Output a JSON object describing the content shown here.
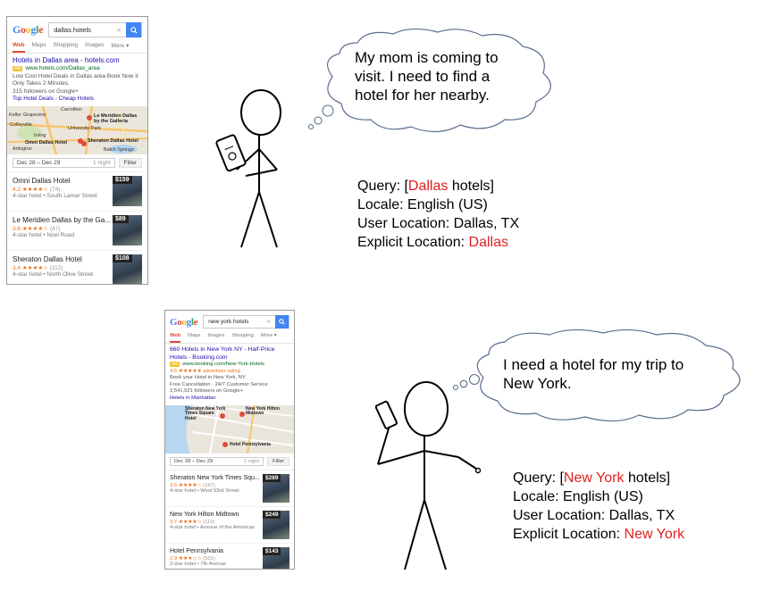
{
  "scenario1": {
    "search": {
      "query": "dallas hotels",
      "tabs": [
        "Web",
        "Maps",
        "Shopping",
        "Images",
        "More ▾"
      ]
    },
    "ad": {
      "title": "Hotels in Dallas area - hotels.com",
      "url": "www.hotels.com/Dallas_area",
      "desc1": "Low Cost Hotel Deals in Dallas area Book Now it",
      "desc2": "Only Takes 2 Minutes.",
      "followers": "315 followers on Google+",
      "links": "Top Hotel Deals - Cheap Hotels"
    },
    "map_labels": [
      "Carrollton",
      "Le Meridien Dallas by the Galleria",
      "Keller",
      "Grapevine",
      "Colleyville",
      "University Park",
      "Irving",
      "Omni Dallas Hotel",
      "Sheraton Dallas Hotel",
      "Arlington",
      "Balch Springs"
    ],
    "dates": {
      "range": "Dec 28 – Dec 29",
      "nights": "1 night",
      "filter": "Filter"
    },
    "hotels": [
      {
        "name": "Omni Dallas Hotel",
        "rating": "4.2",
        "stars": "★★★★☆",
        "reviews": "(74)",
        "sub": "4-star hotel • South Lamar Street",
        "price": "$159"
      },
      {
        "name": "Le Meridien Dallas by the Ga...",
        "rating": "3.6",
        "stars": "★★★★☆",
        "reviews": "(47)",
        "sub": "4-star hotel • Noel Road",
        "price": "$89"
      },
      {
        "name": "Sheraton Dallas Hotel",
        "rating": "3.4",
        "stars": "★★★★☆",
        "reviews": "(112)",
        "sub": "4-star hotel • North Olive Street",
        "price": "$108"
      }
    ],
    "thought": "My mom is coming to visit.  I need to find a hotel for her nearby.",
    "thought_lines": [
      "My mom is coming to",
      "visit.  I need to find a",
      "hotel for her nearby."
    ],
    "info": {
      "query_prefix": "Query: [",
      "query_highlight": "Dallas",
      "query_suffix": " hotels]",
      "locale": "Locale: English (US)",
      "user_location": "User Location: Dallas, TX",
      "explicit_prefix": "Explicit Location: ",
      "explicit_highlight": "Dallas"
    }
  },
  "scenario2": {
    "search": {
      "query": "new york hotels",
      "tabs": [
        "Web",
        "Maps",
        "Images",
        "Shopping",
        "More ▾"
      ]
    },
    "ad": {
      "title1": "660 Hotels in New York NY - Half-Price",
      "title2": "Hotels - Booking.com",
      "url": "www.booking.com/New-York-Hotels",
      "rating": "4.6 ★★★★★ advertiser rating",
      "desc1": "Book your Hotel in New York, NY.",
      "desc2": "Free Cancellation · 24/7 Customer Service",
      "followers": "2,541,521 followers on Google+",
      "links": "Hotels in Manhattan"
    },
    "map_labels": [
      "Sheraton New York Times Square Hotel",
      "New York Hilton Midtown",
      "Hotel Pennsylvania"
    ],
    "dates": {
      "range": "Dec 28 – Dec 29",
      "nights": "1 night",
      "filter": "Filter"
    },
    "hotels": [
      {
        "name": "Sheraton New York Times Squ...",
        "rating": "3.5",
        "stars": "★★★★☆",
        "reviews": "(167)",
        "sub": "4-star hotel • West 53rd Street",
        "price": "$289"
      },
      {
        "name": "New York Hilton Midtown",
        "rating": "3.7",
        "stars": "★★★★☆",
        "reviews": "(119)",
        "sub": "4-star hotel • Avenue of the Americas",
        "price": "$249"
      },
      {
        "name": "Hotel Pennsylvania",
        "rating": "2.9",
        "stars": "★★★☆☆",
        "reviews": "(501)",
        "sub": "2-star hotel • 7th Avenue",
        "price": "$143"
      }
    ],
    "thought": "I need a hotel for my trip to New York.",
    "thought_lines": [
      "I need a hotel for my trip to",
      "New York."
    ],
    "info": {
      "query_prefix": "Query: [",
      "query_highlight": "New York",
      "query_suffix": " hotels]",
      "locale": "Locale: English (US)",
      "user_location": "User Location: Dallas, TX",
      "explicit_prefix": "Explicit Location: ",
      "explicit_highlight": "New York"
    }
  },
  "colors": {
    "highlight": "#e02020",
    "google_blue": "#4285f4",
    "link": "#1a0dab",
    "url_green": "#006621"
  }
}
